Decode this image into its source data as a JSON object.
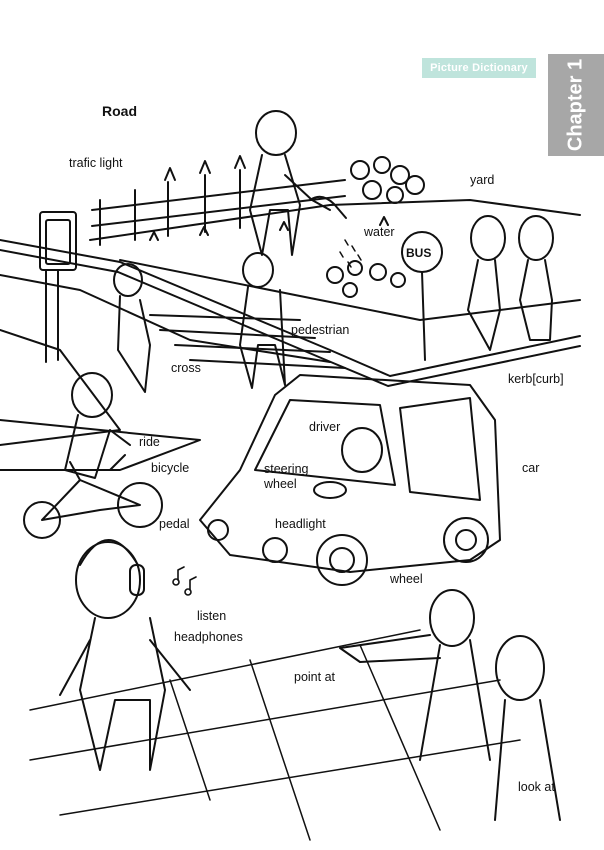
{
  "header": {
    "badge": "Picture Dictionary",
    "chapter": "Chapter 1"
  },
  "title": "Road",
  "labels": {
    "traffic_light": "trafic light",
    "yard": "yard",
    "water": "water",
    "bus_sign": "BUS",
    "pedestrian": "pedestrian",
    "cross": "cross",
    "kerb": "kerb[curb]",
    "ride": "ride",
    "bicycle": "bicycle",
    "driver": "driver",
    "steering_wheel": "steering wheel",
    "car": "car",
    "pedal": "pedal",
    "headlight": "headlight",
    "wheel": "wheel",
    "listen": "listen",
    "headphones": "headphones",
    "point_at": "point at",
    "look_at": "look at"
  },
  "colors": {
    "badge_bg": "#bfe4dc",
    "tab_bg": "#a7a7a7",
    "ink": "#111111"
  }
}
